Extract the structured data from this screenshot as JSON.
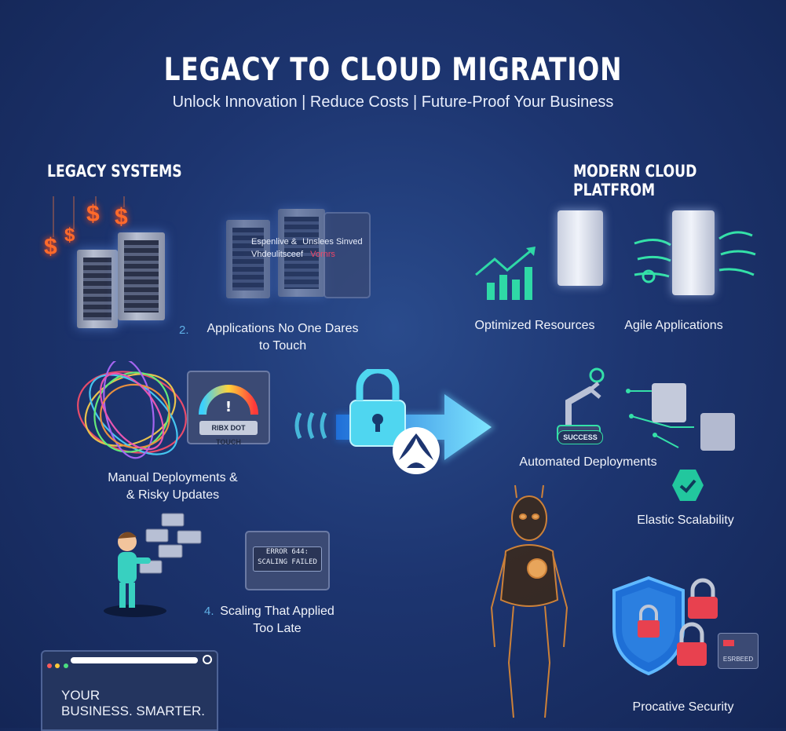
{
  "header": {
    "title": "LEGACY TO CLOUD MIGRATION",
    "subtitle": "Unlock Innovation | Reduce Costs | Future-Proof Your Business"
  },
  "legacy": {
    "heading": "LEGACY SYSTEMS",
    "item2_number": "2.",
    "item2_label_line1": "Applications No One Dares",
    "item2_label_line2": "to Touch",
    "screen_text_1": "Espenlive &",
    "screen_text_2": "Unslees Sinved",
    "screen_text_3": "Vhdeulitsceef",
    "screen_text_4": "Vornrs",
    "gauge_text": "RIBX DOT TOUCH",
    "manual_line1": "Manual Deployments &",
    "manual_line2": "& Risky Updates",
    "error_line1": "ERROR 644:",
    "error_line2": "SCALING FAILED",
    "item4_number": "4.",
    "item4_label_line1": "Scaling That Applied",
    "item4_label_line2": "Too Late",
    "dollar_sign": "$"
  },
  "footer_card": {
    "line1": "YOUR",
    "line2": "BUSINESS. SMARTER."
  },
  "cloud": {
    "heading": "MODERN CLOUD PLATFROM",
    "optimized": "Optimized Resources",
    "agile": "Agile Applications",
    "success_badge": "SUCCESS",
    "automated": "Automated Deployments",
    "elastic": "Elastic Scalability",
    "proactive": "Procative Security",
    "card_label": "ESRBEED"
  },
  "colors": {
    "background": "#1d3570",
    "accent_cyan": "#4fd6f0",
    "accent_green": "#34e0a8",
    "lock_red": "#e8414f",
    "dollar_orange": "#ff6a2a"
  }
}
